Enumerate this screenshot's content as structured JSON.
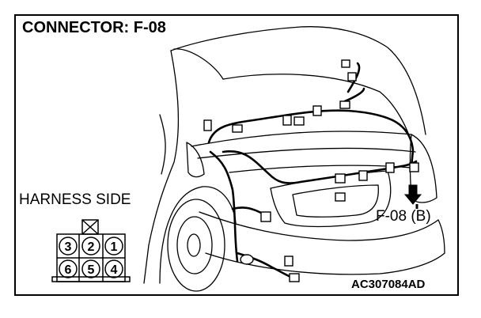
{
  "diagram": {
    "title": "CONNECTOR: F-08",
    "harness_label": "HARNESS SIDE",
    "connector_callout": "F-08 (B)",
    "figure_code": "AC307084AD",
    "connector_pins": {
      "top_row": [
        "3",
        "2",
        "1"
      ],
      "bottom_row": [
        "6",
        "5",
        "4"
      ]
    }
  }
}
